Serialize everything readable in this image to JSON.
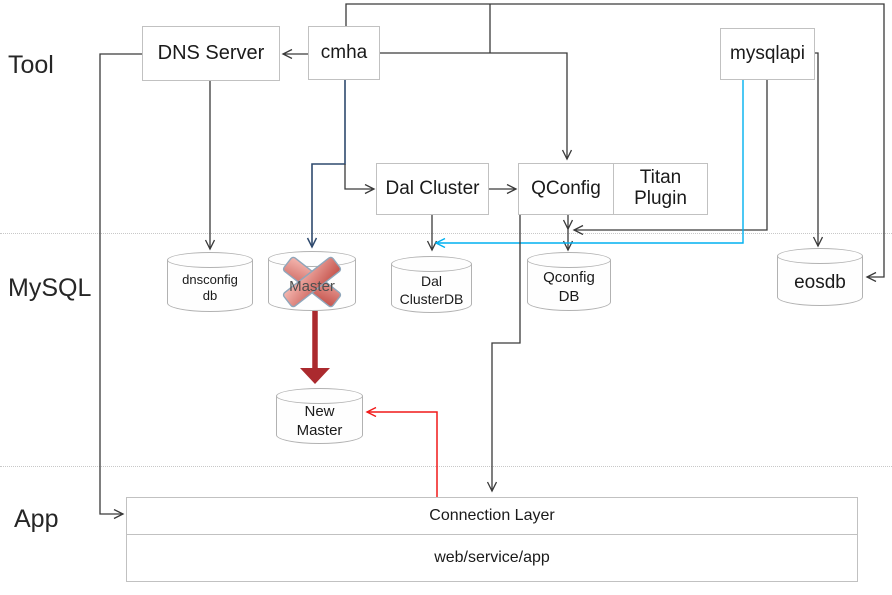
{
  "bands": {
    "tool": "Tool",
    "mysql": "MySQL",
    "app": "App"
  },
  "nodes": {
    "dns_server": "DNS Server",
    "cmha": "cmha",
    "mysqlapi": "mysqlapi",
    "dal_cluster": "Dal Cluster",
    "qconfig": "QConfig",
    "titan_plugin": "Titan Plugin",
    "connection_layer": "Connection Layer",
    "web_service_app": "web/service/app"
  },
  "databases": {
    "dnsconfig_db": "dnsconfig\ndb",
    "master": "Master",
    "dal_clusterdb": "Dal\nClusterDB",
    "qconfig_db": "Qconfig\nDB",
    "eosdb": "eosdb",
    "new_master": "New\nMaster"
  },
  "colors": {
    "line_black": "#3a3a3a",
    "line_navy": "#2f4a6e",
    "line_cyan": "#00b0f0",
    "line_red": "#f11919",
    "arrow_darkred": "#ab2a2e",
    "failed_x_light": "#f5b8b1",
    "failed_x_dark": "#c4524b",
    "box_border": "#c1c1c1"
  }
}
